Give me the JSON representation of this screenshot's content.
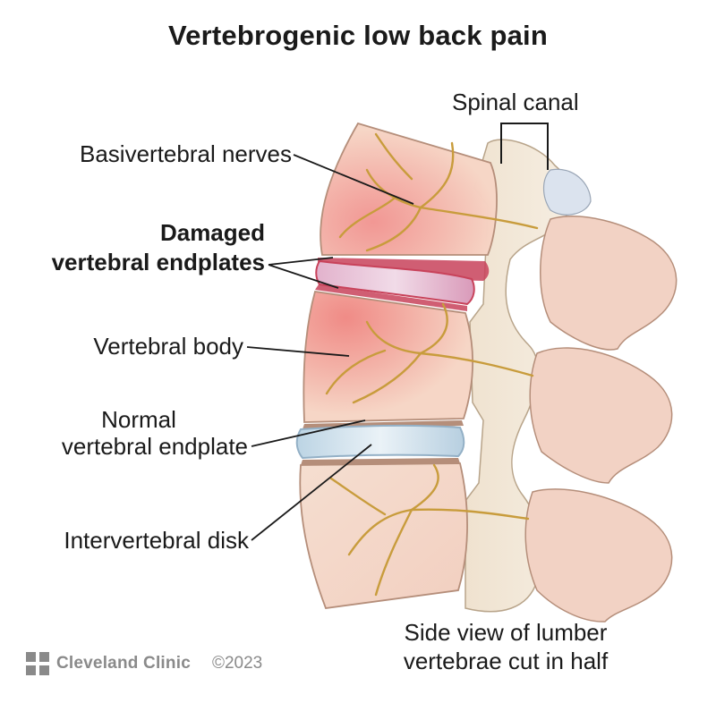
{
  "title": "Vertebrogenic low back pain",
  "labels": {
    "spinal_canal": "Spinal canal",
    "basivertebral_nerves": "Basivertebral nerves",
    "damaged_endplates_line1": "Damaged",
    "damaged_endplates_line2": "vertebral endplates",
    "vertebral_body": "Vertebral body",
    "normal_endplate_line1": "Normal",
    "normal_endplate_line2": "vertebral endplate",
    "intervertebral_disk": "Intervertebral disk",
    "caption_line1": "Side view of lumber",
    "caption_line2": "vertebrae cut in half"
  },
  "footer": {
    "brand": "Cleveland Clinic",
    "copyright": "©2023"
  },
  "colors": {
    "bone": "#f3dccd",
    "bone_outline": "#b58e7a",
    "inflamed": "#f08c88",
    "endplate_damaged": "#c8425a",
    "disk_damaged": "#e7bcd6",
    "disk_normal": "#cfe1ec",
    "nerve": "#c89c3c",
    "posterior_bone": "#efe2cf",
    "cartilage": "#dbe3ee"
  }
}
